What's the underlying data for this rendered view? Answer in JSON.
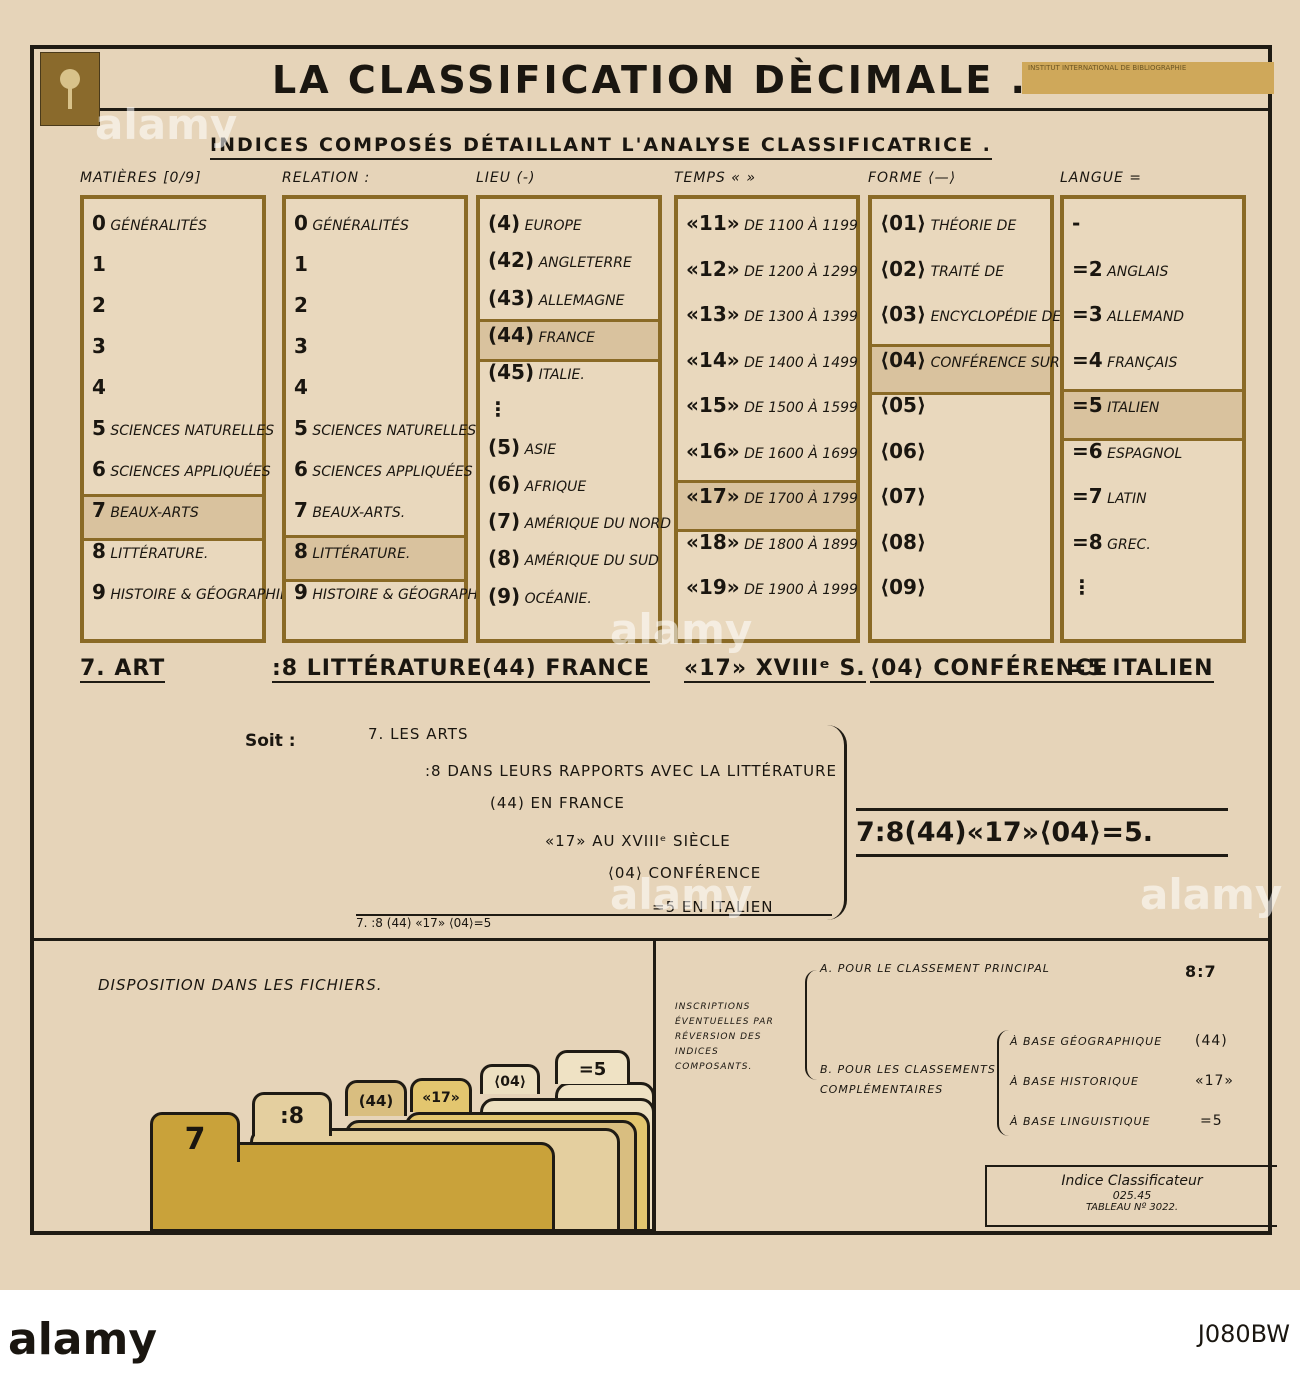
{
  "header": {
    "title": "LA CLASSIFICATION DÈCIMALE .",
    "subtitle": "INDICES COMPOSÉS DÉTAILLANT L'ANALYSE CLASSIFICATRICE .",
    "stamp_text": "INSTITUT INTERNATIONAL DE BIBLIOGRAPHIE"
  },
  "columns": [
    {
      "heading": "MATIÈRES [0/9]",
      "items": [
        {
          "num": "0",
          "text": "GÉNÉRALITÉS"
        },
        {
          "num": "1",
          "text": ""
        },
        {
          "num": "2",
          "text": ""
        },
        {
          "num": "3",
          "text": ""
        },
        {
          "num": "4",
          "text": ""
        },
        {
          "num": "5",
          "text": "SCIENCES NATURELLES"
        },
        {
          "num": "6",
          "text": "SCIENCES APPLIQUÉES"
        },
        {
          "num": "7",
          "text": "BEAUX-ARTS"
        },
        {
          "num": "8",
          "text": "LITTÉRATURE."
        },
        {
          "num": "9",
          "text": "HISTOIRE & GÉOGRAPHIE"
        }
      ]
    },
    {
      "heading": "RELATION :",
      "items": [
        {
          "num": "0",
          "text": "GÉNÉRALITÉS"
        },
        {
          "num": "1",
          "text": ""
        },
        {
          "num": "2",
          "text": ""
        },
        {
          "num": "3",
          "text": ""
        },
        {
          "num": "4",
          "text": ""
        },
        {
          "num": "5",
          "text": "SCIENCES NATURELLES"
        },
        {
          "num": "6",
          "text": "SCIENCES APPLIQUÉES"
        },
        {
          "num": "7",
          "text": "BEAUX-ARTS."
        },
        {
          "num": "8",
          "text": "LITTÉRATURE."
        },
        {
          "num": "9",
          "text": "HISTOIRE & GÉOGRAPHIE"
        }
      ]
    },
    {
      "heading": "LIEU (-)",
      "items": [
        {
          "num": "(4)",
          "text": "EUROPE"
        },
        {
          "num": "(42)",
          "text": "ANGLETERRE"
        },
        {
          "num": "(43)",
          "text": "ALLEMAGNE"
        },
        {
          "num": "(44)",
          "text": "FRANCE"
        },
        {
          "num": "(45)",
          "text": "ITALIE."
        },
        {
          "num": "⋮",
          "text": ""
        },
        {
          "num": "(5)",
          "text": "ASIE"
        },
        {
          "num": "(6)",
          "text": "AFRIQUE"
        },
        {
          "num": "(7)",
          "text": "AMÉRIQUE DU NORD"
        },
        {
          "num": "(8)",
          "text": "AMÉRIQUE DU SUD"
        },
        {
          "num": "(9)",
          "text": "OCÉANIE."
        }
      ]
    },
    {
      "heading": "TEMPS « »",
      "items": [
        {
          "num": "«11»",
          "text": "DE 1100 À 1199"
        },
        {
          "num": "«12»",
          "text": "DE 1200 À 1299"
        },
        {
          "num": "«13»",
          "text": "DE 1300 À 1399"
        },
        {
          "num": "«14»",
          "text": "DE 1400 À 1499"
        },
        {
          "num": "«15»",
          "text": "DE 1500 À 1599"
        },
        {
          "num": "«16»",
          "text": "DE 1600 À 1699"
        },
        {
          "num": "«17»",
          "text": "DE 1700 À 1799"
        },
        {
          "num": "«18»",
          "text": "DE 1800 À 1899"
        },
        {
          "num": "«19»",
          "text": "DE 1900 À 1999"
        }
      ]
    },
    {
      "heading": "FORME ⟨—⟩",
      "items": [
        {
          "num": "⟨01⟩",
          "text": "THÉORIE DE"
        },
        {
          "num": "⟨02⟩",
          "text": "TRAITÉ DE"
        },
        {
          "num": "⟨03⟩",
          "text": "ENCYCLOPÉDIE DE"
        },
        {
          "num": "⟨04⟩",
          "text": "CONFÉRENCE SUR"
        },
        {
          "num": "⟨05⟩",
          "text": ""
        },
        {
          "num": "⟨06⟩",
          "text": ""
        },
        {
          "num": "⟨07⟩",
          "text": ""
        },
        {
          "num": "⟨08⟩",
          "text": ""
        },
        {
          "num": "⟨09⟩",
          "text": ""
        }
      ]
    },
    {
      "heading": "LANGUE =",
      "items": [
        {
          "num": "-",
          "text": ""
        },
        {
          "num": "=2",
          "text": "ANGLAIS"
        },
        {
          "num": "=3",
          "text": "ALLEMAND"
        },
        {
          "num": "=4",
          "text": "FRANÇAIS"
        },
        {
          "num": "=5",
          "text": "ITALIEN"
        },
        {
          "num": "=6",
          "text": "ESPAGNOL"
        },
        {
          "num": "=7",
          "text": "LATIN"
        },
        {
          "num": "=8",
          "text": "GREC."
        },
        {
          "num": "⋮",
          "text": ""
        }
      ]
    }
  ],
  "results": [
    "7. ART",
    ":8 LITTÉRATURE",
    "(44) FRANCE",
    "«17» XVIIIᵉ S.",
    "⟨04⟩ CONFÉRENCE",
    "=5 ITALIEN"
  ],
  "soit": {
    "label": "Soit :",
    "lines": [
      "7.  LES ARTS",
      ":8  DANS LEURS RAPPORTS AVEC LA LITTÉRATURE",
      "(44)  EN FRANCE",
      "«17»  AU XVIIIᵉ SIÈCLE",
      "⟨04⟩  CONFÉRENCE",
      "=5  EN ITALIEN"
    ],
    "codes": "7.        :8         (44)   «17»   ⟨04⟩=5",
    "formula": "7:8(44)«17»⟨04⟩=5."
  },
  "files": {
    "label": "DISPOSITION DANS LES FICHIERS.",
    "tabs": [
      "7",
      ":8",
      "(44)",
      "«17»",
      "⟨04⟩",
      "=5"
    ]
  },
  "right_panel": {
    "intro": "INSCRIPTIONS ÉVENTUELLES PAR RÉVERSION DES INDICES COMPOSANTS.",
    "a_label": "A. POUR LE CLASSEMENT PRINCIPAL",
    "a_value": "8:7",
    "b_label": "B. POUR LES CLASSEMENTS COMPLÉMENTAIRES",
    "b_items": [
      {
        "text": "À BASE GÉOGRAPHIQUE",
        "value": "(44)"
      },
      {
        "text": "À BASE HISTORIQUE",
        "value": "«17»"
      },
      {
        "text": "À BASE LINGUISTIQUE",
        "value": "=5"
      }
    ]
  },
  "signature": {
    "line1": "Indice Classificateur",
    "line2": "025.45",
    "line3": "TABLEAU Nº 3022."
  },
  "watermark": "alamy",
  "footer": {
    "code": "J080BW"
  },
  "colors": {
    "paper": "#e6d4b9",
    "ink": "#1f1b14",
    "box": "#8a6a26",
    "highlight": "#d9c29e",
    "card": "#c9a23a"
  }
}
